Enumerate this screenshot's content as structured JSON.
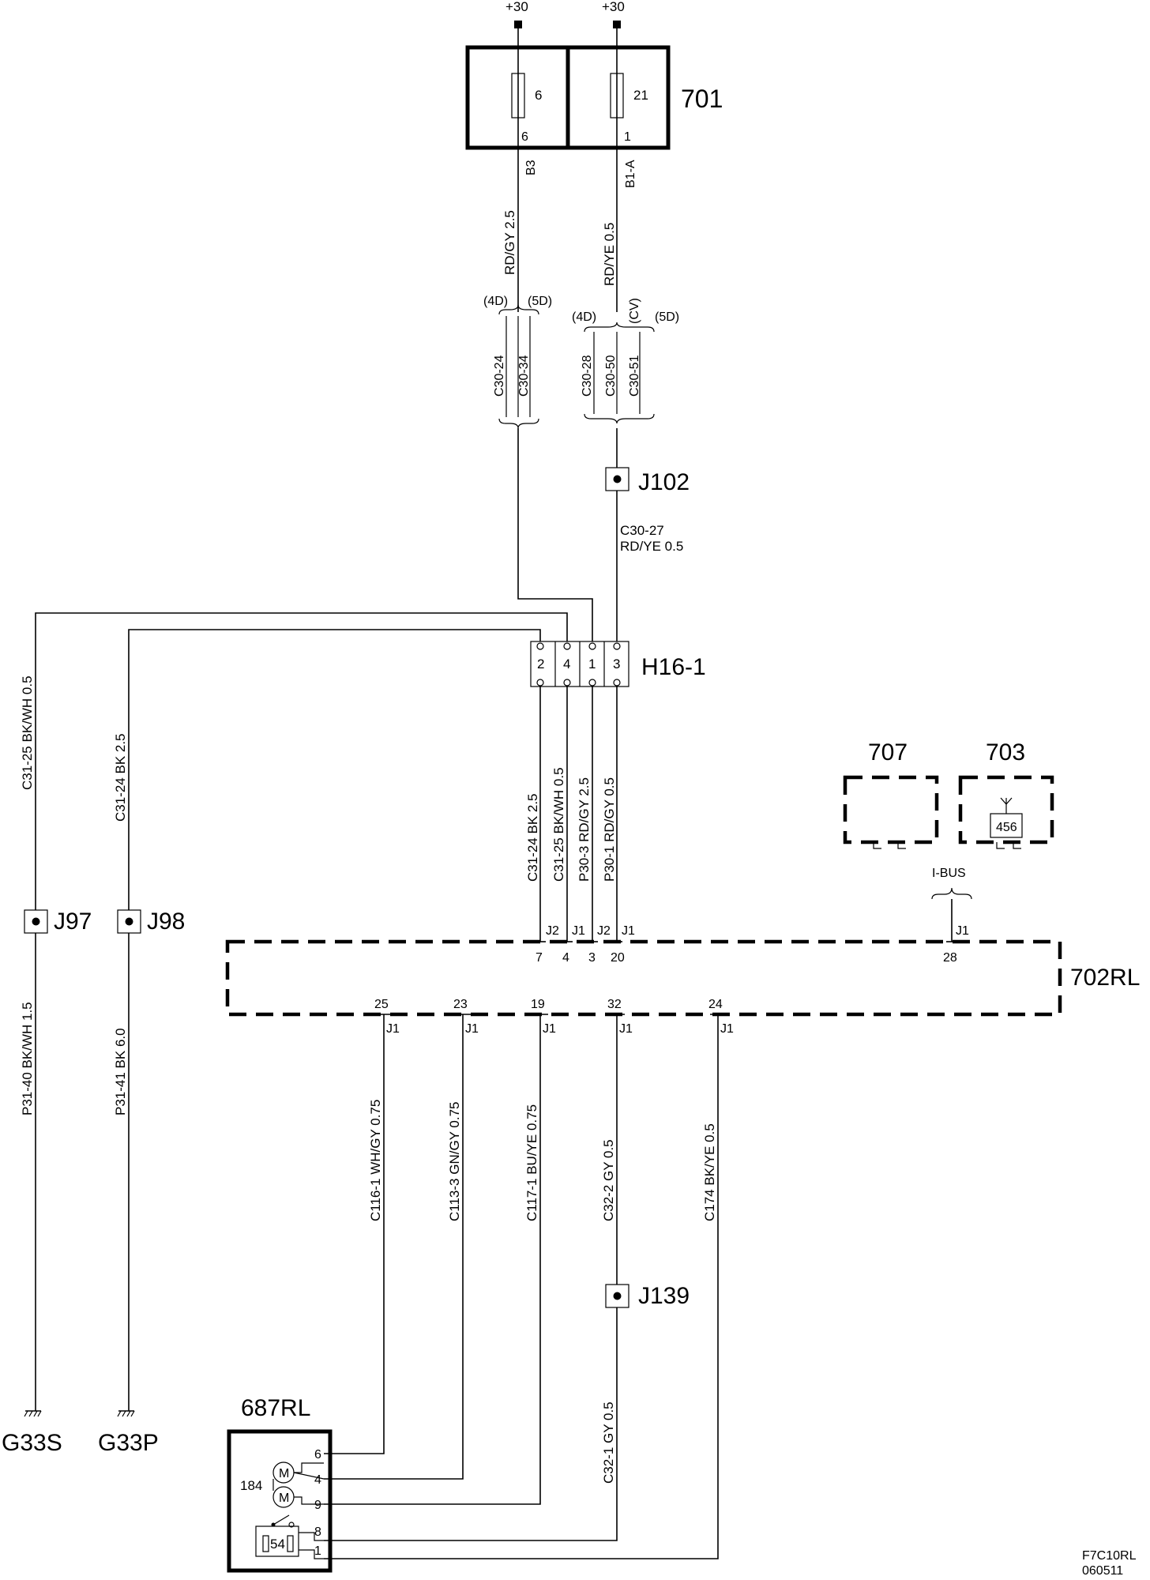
{
  "supply": {
    "left": "+30",
    "right": "+30"
  },
  "fuse_box": {
    "id": "701",
    "fuse_left": "6",
    "pin_left": "6",
    "wire_left": "B3",
    "fuse_right": "21",
    "pin_right": "1",
    "wire_right": "B1-A"
  },
  "wires_top": {
    "left": "RD/GY  2.5",
    "right": "RD/YE  0.5"
  },
  "variants": {
    "left_4d": "(4D)",
    "left_5d": "(5D)",
    "right_4d": "(4D)",
    "right_cv": "(CV)",
    "right_5d": "(5D)",
    "c30_24": "C30-24",
    "c30_34": "C30-34",
    "c30_28": "C30-28",
    "c30_50": "C30-50",
    "c30_51": "C30-51"
  },
  "j102": {
    "label": "J102",
    "wire_id": "C30-27",
    "wire_spec": "RD/YE  0.5"
  },
  "h16": {
    "label": "H16-1",
    "pins": [
      "2",
      "4",
      "1",
      "3"
    ]
  },
  "left_wires": {
    "c31_25": "C31-25  BK/WH  0.5",
    "c31_24": "C31-24  BK  2.5"
  },
  "j97": {
    "label": "J97",
    "wire": "P31-40 BK/WH  1.5",
    "ground": "G33S"
  },
  "j98": {
    "label": "J98",
    "wire": "P31-41  BK  6.0",
    "ground": "G33P"
  },
  "h16_out_wires": [
    "C31-24  BK   2.5",
    "C31-25  BK/WH  0.5",
    "P30-3  RD/GY  2.5",
    "P30-1  RD/GY  0.5"
  ],
  "box707": {
    "label": "707"
  },
  "box703": {
    "label": "703",
    "inner": "456"
  },
  "ibus": {
    "label": "I-BUS",
    "conn": "J1",
    "pin": "28"
  },
  "ecu": {
    "label": "702RL",
    "top_conns": [
      "J2",
      "J1",
      "J2",
      "J1"
    ],
    "top_pins": [
      "7",
      "4",
      "3",
      "20"
    ],
    "bottom_pins": [
      "25",
      "23",
      "19",
      "32",
      "24"
    ],
    "bottom_conns": [
      "J1",
      "J1",
      "J1",
      "J1",
      "J1"
    ]
  },
  "bottom_wires": [
    "C116-1 WH/GY  0.75",
    "C113-3  GN/GY  0.75",
    "C117-1 BU/YE  0.75",
    "C32-2  GY  0.5",
    "C174  BK/YE  0.5"
  ],
  "j139": {
    "label": "J139",
    "wire": "C32-1  GY  0.5"
  },
  "motor": {
    "label": "687RL",
    "motor_id": "184",
    "motor_symbol": "M",
    "switch_id": "54",
    "pins": [
      "6",
      "4",
      "9",
      "8",
      "1"
    ]
  },
  "footer": {
    "code": "F7C10RL",
    "date": "060511"
  }
}
